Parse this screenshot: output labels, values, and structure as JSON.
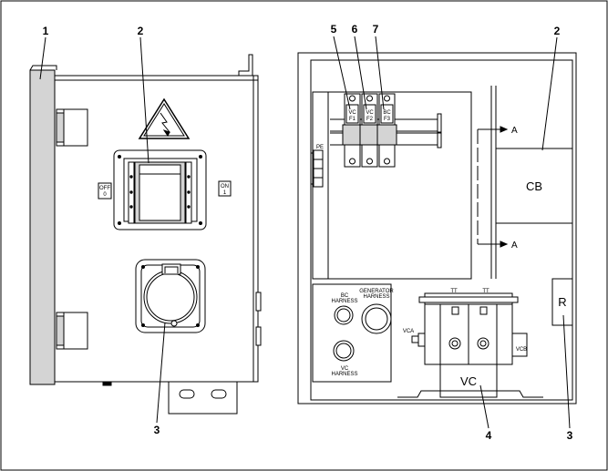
{
  "callouts": {
    "c1": "1",
    "c2_left": "2",
    "c3_left": "3",
    "c5": "5",
    "c6": "6",
    "c7": "7",
    "c2_right": "2",
    "c4": "4",
    "c3_right": "3"
  },
  "left_view": {
    "off_top": "OFF",
    "off_bottom": "0",
    "on_top": "ON",
    "on_bottom": "1"
  },
  "right_view": {
    "fuse1_top": "VC",
    "fuse1_bottom": "F1",
    "fuse2_top": "VC",
    "fuse2_bottom": "F2",
    "fuse3_top": "BC",
    "fuse3_bottom": "F3",
    "pe_label": "PE",
    "section_a_top": "A",
    "section_a_bottom": "A",
    "cb_label": "CB",
    "r_label": "R",
    "bc_harness_1": "BC",
    "bc_harness_2": "HARNESS",
    "gen_harness_1": "GENERATOR",
    "gen_harness_2": "HARNESS",
    "vc_harness_1": "VC",
    "vc_harness_2": "HARNESS",
    "vca_label": "VCA",
    "vcb_label": "VCB",
    "tt_left": "TT",
    "tt_right": "TT",
    "vc_label": "VC"
  }
}
